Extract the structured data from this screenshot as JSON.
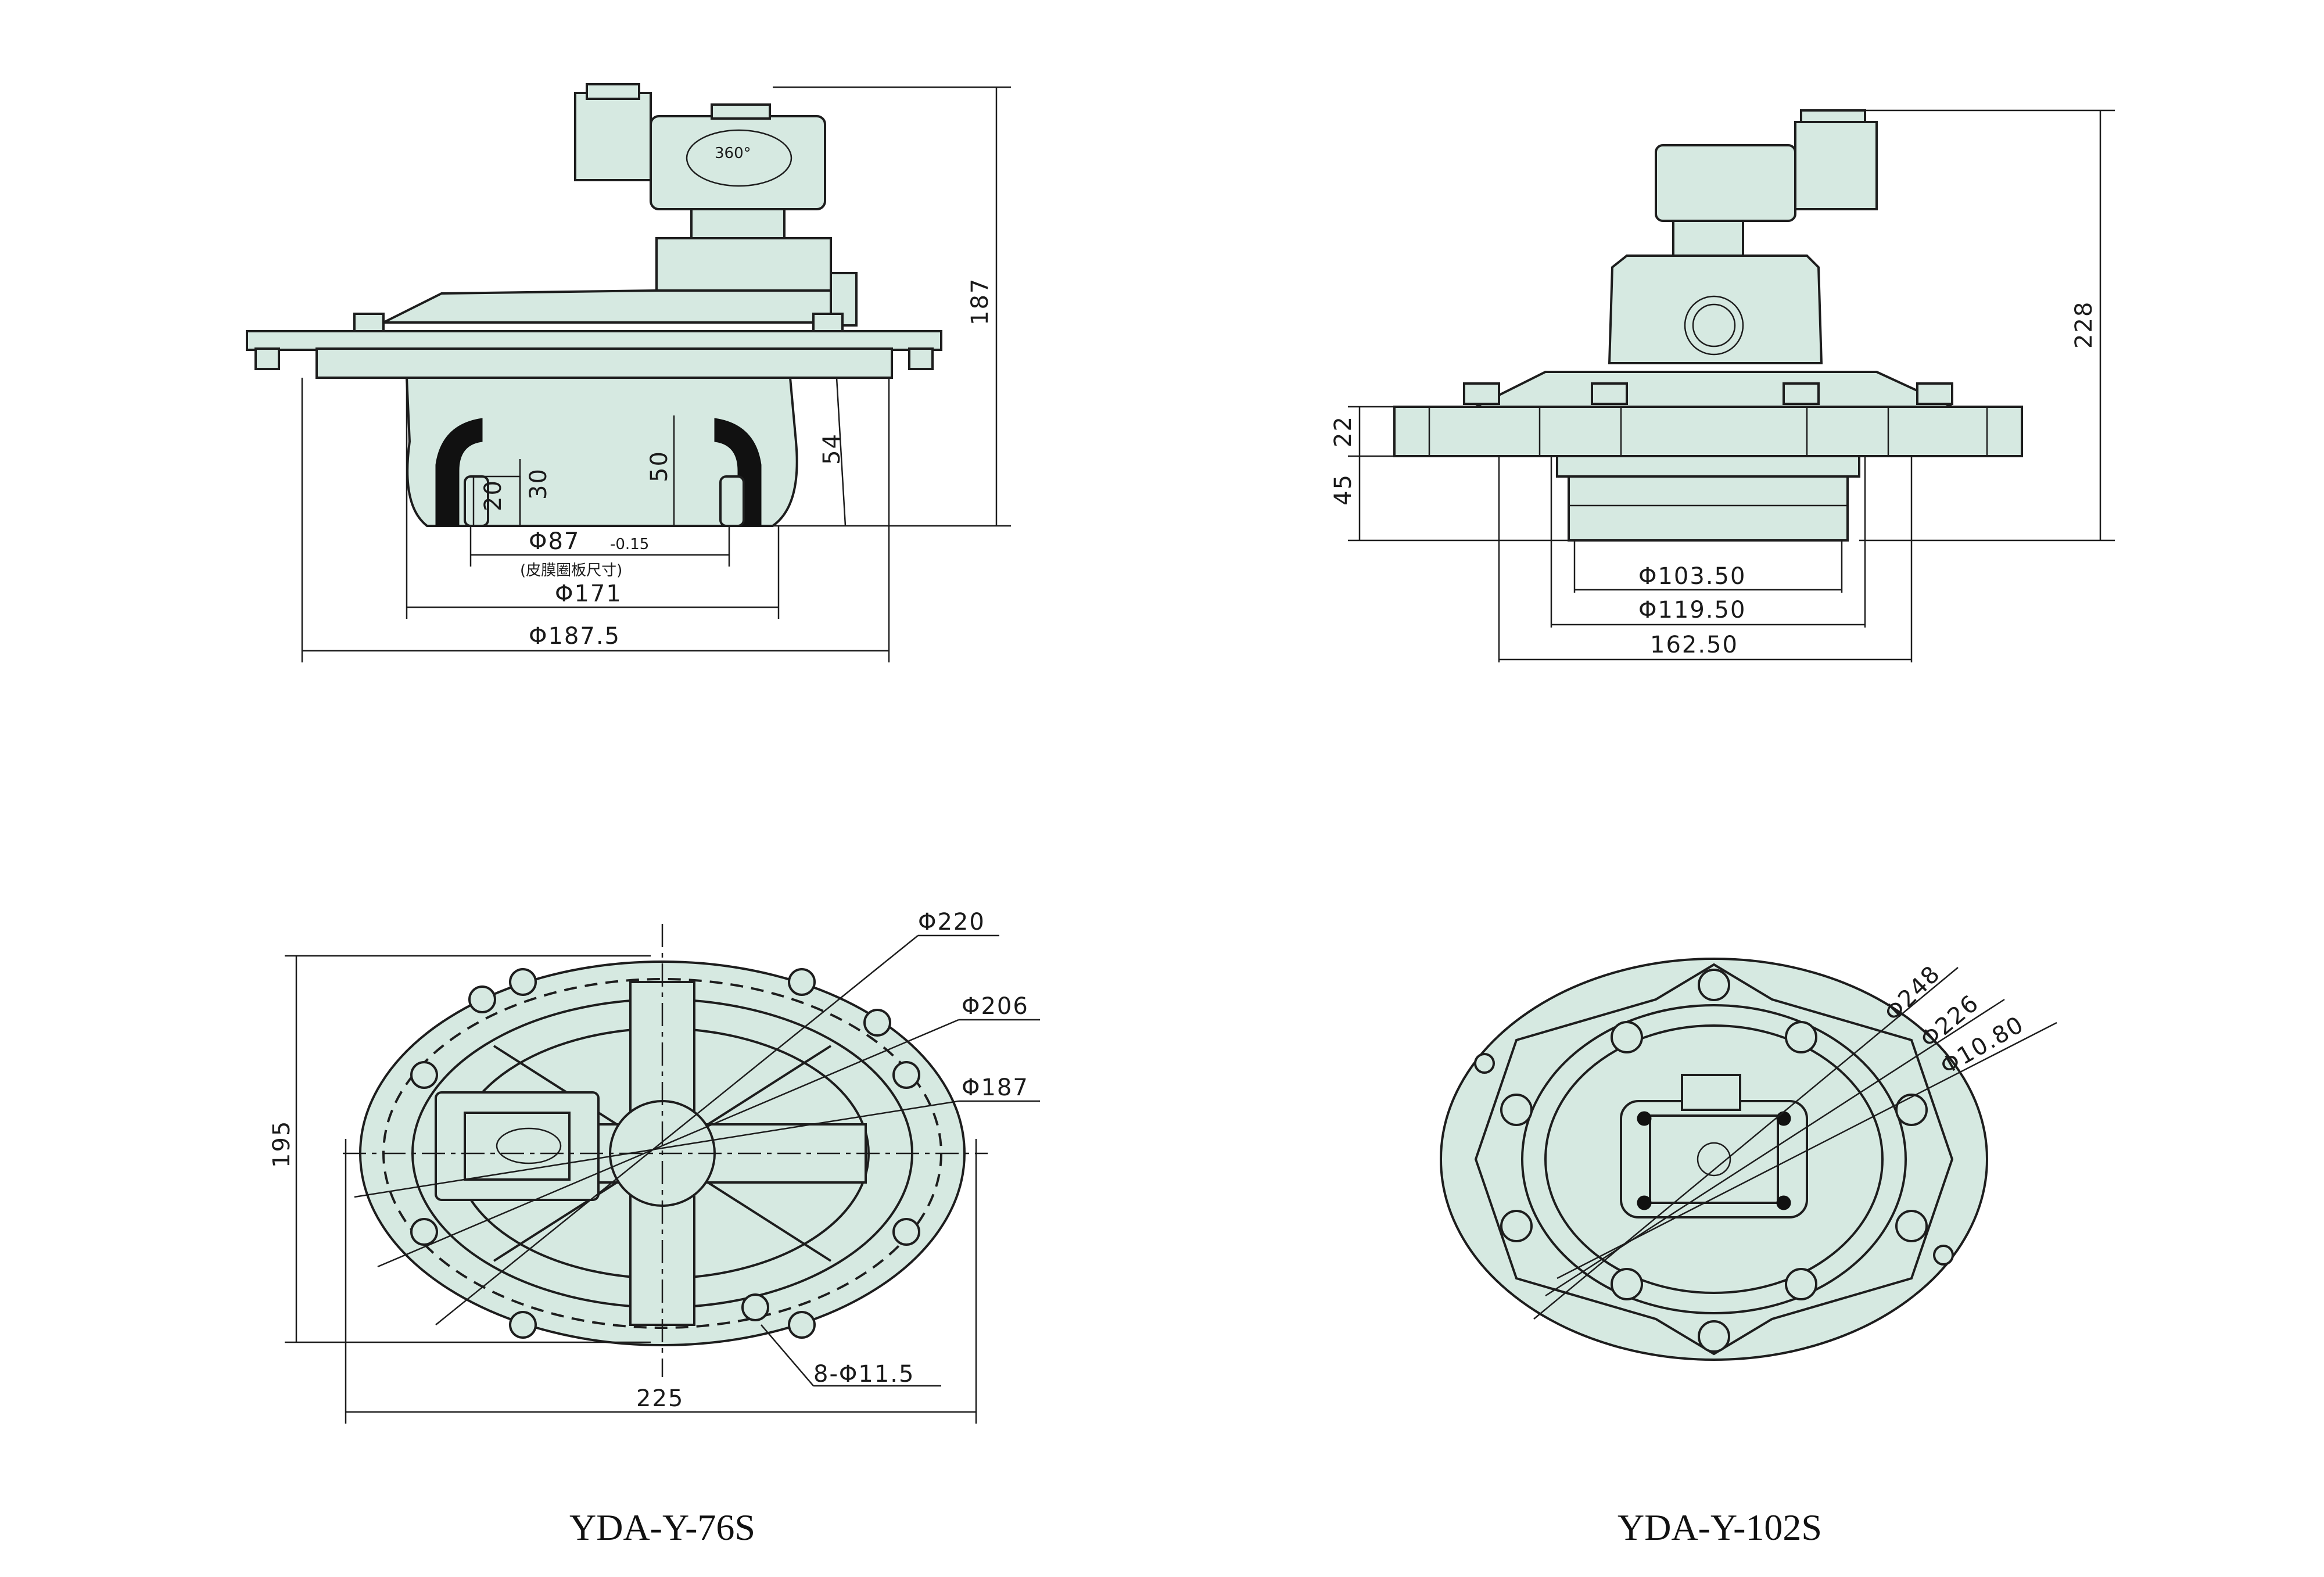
{
  "left_model": {
    "caption": "YDA-Y-76S",
    "side_view": {
      "rotation_label": "360°",
      "dims": {
        "height_total": "187",
        "height_54": "54",
        "height_50": "50",
        "height_30": "30",
        "height_20": "20",
        "d87": "Φ87",
        "d87_tol": "-0.15",
        "d87_note": "(皮膜圈板尺寸)",
        "d171": "Φ171",
        "d187_5": "Φ187.5"
      }
    },
    "top_view": {
      "dims": {
        "d220": "Φ220",
        "d206": "Φ206",
        "d187": "Φ187",
        "height_195": "195",
        "width_225": "225",
        "holes": "8-Φ11.5"
      }
    }
  },
  "right_model": {
    "caption": "YDA-Y-102S",
    "side_view": {
      "dims": {
        "height_total": "228",
        "height_22": "22",
        "height_45": "45",
        "d103_5": "Φ103.50",
        "d119_5": "Φ119.50",
        "w162_5": "162.50"
      }
    },
    "top_view": {
      "dims": {
        "d248": "Φ248",
        "d226": "Φ226",
        "d10_8": "Φ10.80"
      }
    }
  },
  "colors": {
    "body": "#d6e9e1",
    "line": "#1d1d1d"
  }
}
